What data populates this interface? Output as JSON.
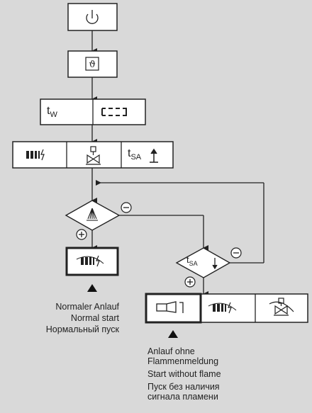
{
  "flow": {
    "tw_label": {
      "main": "t",
      "sub": "W"
    },
    "tsa_label": {
      "main": "t",
      "sub": "SA"
    },
    "diamond_tsa_label": {
      "main": "t",
      "sub": "SA"
    },
    "yes_sign": "+",
    "no_sign": "−"
  },
  "notes": {
    "normal": [
      "Normaler Anlauf",
      "Normal start",
      "Нормальный пуск"
    ],
    "noflame": [
      "Anlauf ohne",
      "Flammenmeldung",
      "Start without flame",
      "Пуск без наличия",
      "сигнала пламени"
    ]
  },
  "icons": {
    "power": "power-icon",
    "temperature": "thermostat-icon",
    "fan": "fan-motor-icon",
    "ignition": "ignition-transformer-icon",
    "fuel_valve": "fuel-valve-icon",
    "flame": "flame-detector-icon",
    "lockout": "lockout-icon"
  }
}
